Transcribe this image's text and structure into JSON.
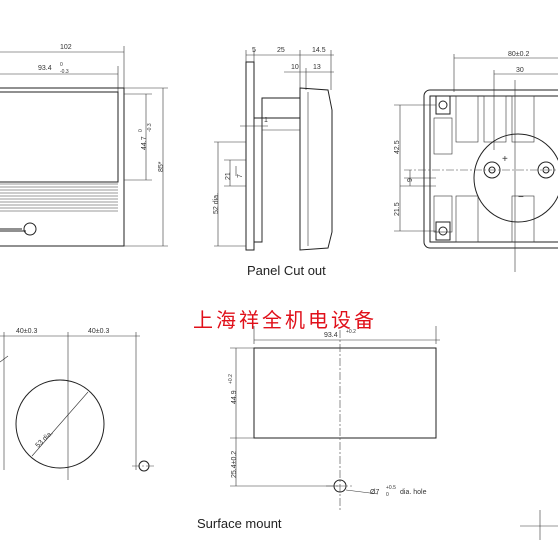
{
  "watermark": "上海祥全机电设备",
  "captions": {
    "panel_cut_out": "Panel Cut out",
    "surface_mount": "Surface mount"
  },
  "front_view": {
    "width": "102",
    "inner_width": "93.4",
    "inner_width_tol_up": "0",
    "inner_width_tol_down": "-0.3",
    "inner_height": "44.7",
    "inner_height_tol_up": "0",
    "inner_height_tol_down": "-0.3",
    "height": "85*"
  },
  "side_view": {
    "d5": "5",
    "d25": "25",
    "d14_5": "14.5",
    "d10": "10",
    "d13": "13",
    "d1": "1",
    "dia52": "52 dia.",
    "d21": "21",
    "d7": "7"
  },
  "back_view": {
    "width": "80±0.2",
    "d30": "30",
    "d42_5": "42.5",
    "d9": "9",
    "d21_5": "21.5"
  },
  "cutout_view": {
    "left": "40±0.3",
    "right": "40±0.3",
    "hole_dia": "53 dia."
  },
  "surface_view": {
    "width": "93.4",
    "width_tol": "+0.2",
    "height": "44.9",
    "height_tol": "+0.2",
    "offset": "25.4±0.2",
    "hole": "Ø7",
    "hole_tol_up": "+0.5",
    "hole_tol_down": "0",
    "hole_label": "dia. hole"
  }
}
